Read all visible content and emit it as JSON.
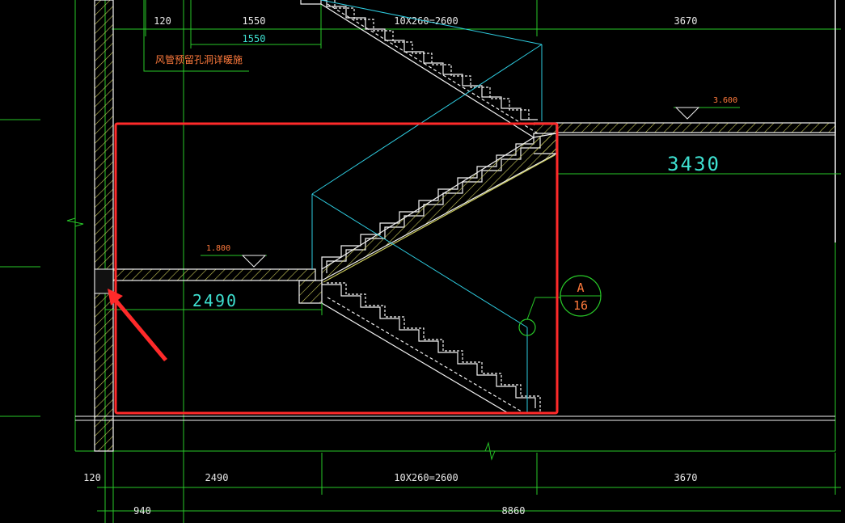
{
  "drawing": {
    "colors": {
      "background": "#000000",
      "grid_line": "#28c828",
      "dimension_line": "#28c828",
      "wall_outline": "#f2f2f2",
      "hatch": "#c8c85a",
      "projection_line": "#2ecce0",
      "highlight_box": "#ff2a2a",
      "annotation_text": "#ff7a3c",
      "dimension_text": "#e8e8e8",
      "accent_dimension_text": "#3ee0d0"
    },
    "top_dimensions": {
      "d1": "120",
      "d2": "1550",
      "d3": "10X260=2600",
      "d4": "3670",
      "sub_dim": "1550"
    },
    "bottom_dimensions": {
      "d1": "120",
      "d2": "2490",
      "d3": "10X260=2600",
      "d4": "3670",
      "total_left": "940",
      "total": "8860"
    },
    "annotation_note": "风管预留孔洞详暖施",
    "elevations": {
      "upper_landing": "3.600",
      "middle_landing": "1.800"
    },
    "big_dimensions": {
      "landing_length": "2490",
      "right_span": "3430"
    },
    "detail_bubble": {
      "top": "A",
      "bottom": "16"
    }
  }
}
